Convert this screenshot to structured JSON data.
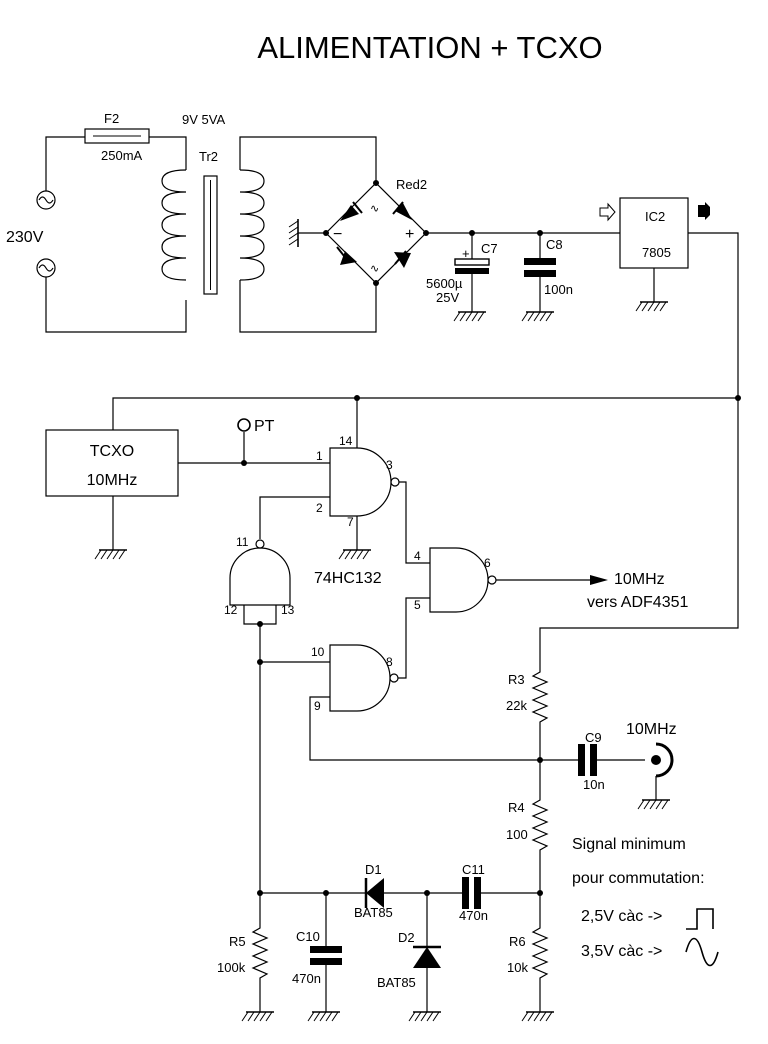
{
  "title": "ALIMENTATION + TCXO",
  "power": {
    "mains": "230V",
    "fuse_ref": "F2",
    "fuse_val": "250mA",
    "transformer_rating": "9V 5VA",
    "transformer_ref": "Tr2",
    "bridge_ref": "Red2",
    "bridge_minus": "−",
    "bridge_plus": "+",
    "cap_c7_ref": "C7",
    "cap_c7_val1": "5600µ",
    "cap_c7_val2": "25V",
    "cap_c7_polarity": "+",
    "cap_c8_ref": "C8",
    "cap_c8_val": "100n",
    "regulator_ref": "IC2",
    "regulator_val": "7805"
  },
  "logic": {
    "tcxo_line1": "TCXO",
    "tcxo_line2": "10MHz",
    "testpoint": "PT",
    "ic_name": "74HC132",
    "pins": {
      "p1": "1",
      "p2": "2",
      "p3": "3",
      "p4": "4",
      "p5": "5",
      "p6": "6",
      "p7": "7",
      "p8": "8",
      "p9": "9",
      "p10": "10",
      "p11": "11",
      "p12": "12",
      "p13": "13",
      "p14": "14"
    },
    "output_line1": "10MHz",
    "output_line2": "vers ADF4351"
  },
  "input": {
    "r3_ref": "R3",
    "r3_val": "22k",
    "r4_ref": "R4",
    "r4_val": "100",
    "r5_ref": "R5",
    "r5_val": "100k",
    "r6_ref": "R6",
    "r6_val": "10k",
    "c9_ref": "C9",
    "c9_val": "10n",
    "c10_ref": "C10",
    "c10_val": "470n",
    "c11_ref": "C11",
    "c11_val": "470n",
    "d1_ref": "D1",
    "d1_val": "BAT85",
    "d2_ref": "D2",
    "d2_val": "BAT85",
    "rf_input": "10MHz"
  },
  "note": {
    "line1": "Signal minimum",
    "line2": "pour commutation:",
    "square": "2,5V càc ->",
    "sine": "3,5V càc ->"
  }
}
